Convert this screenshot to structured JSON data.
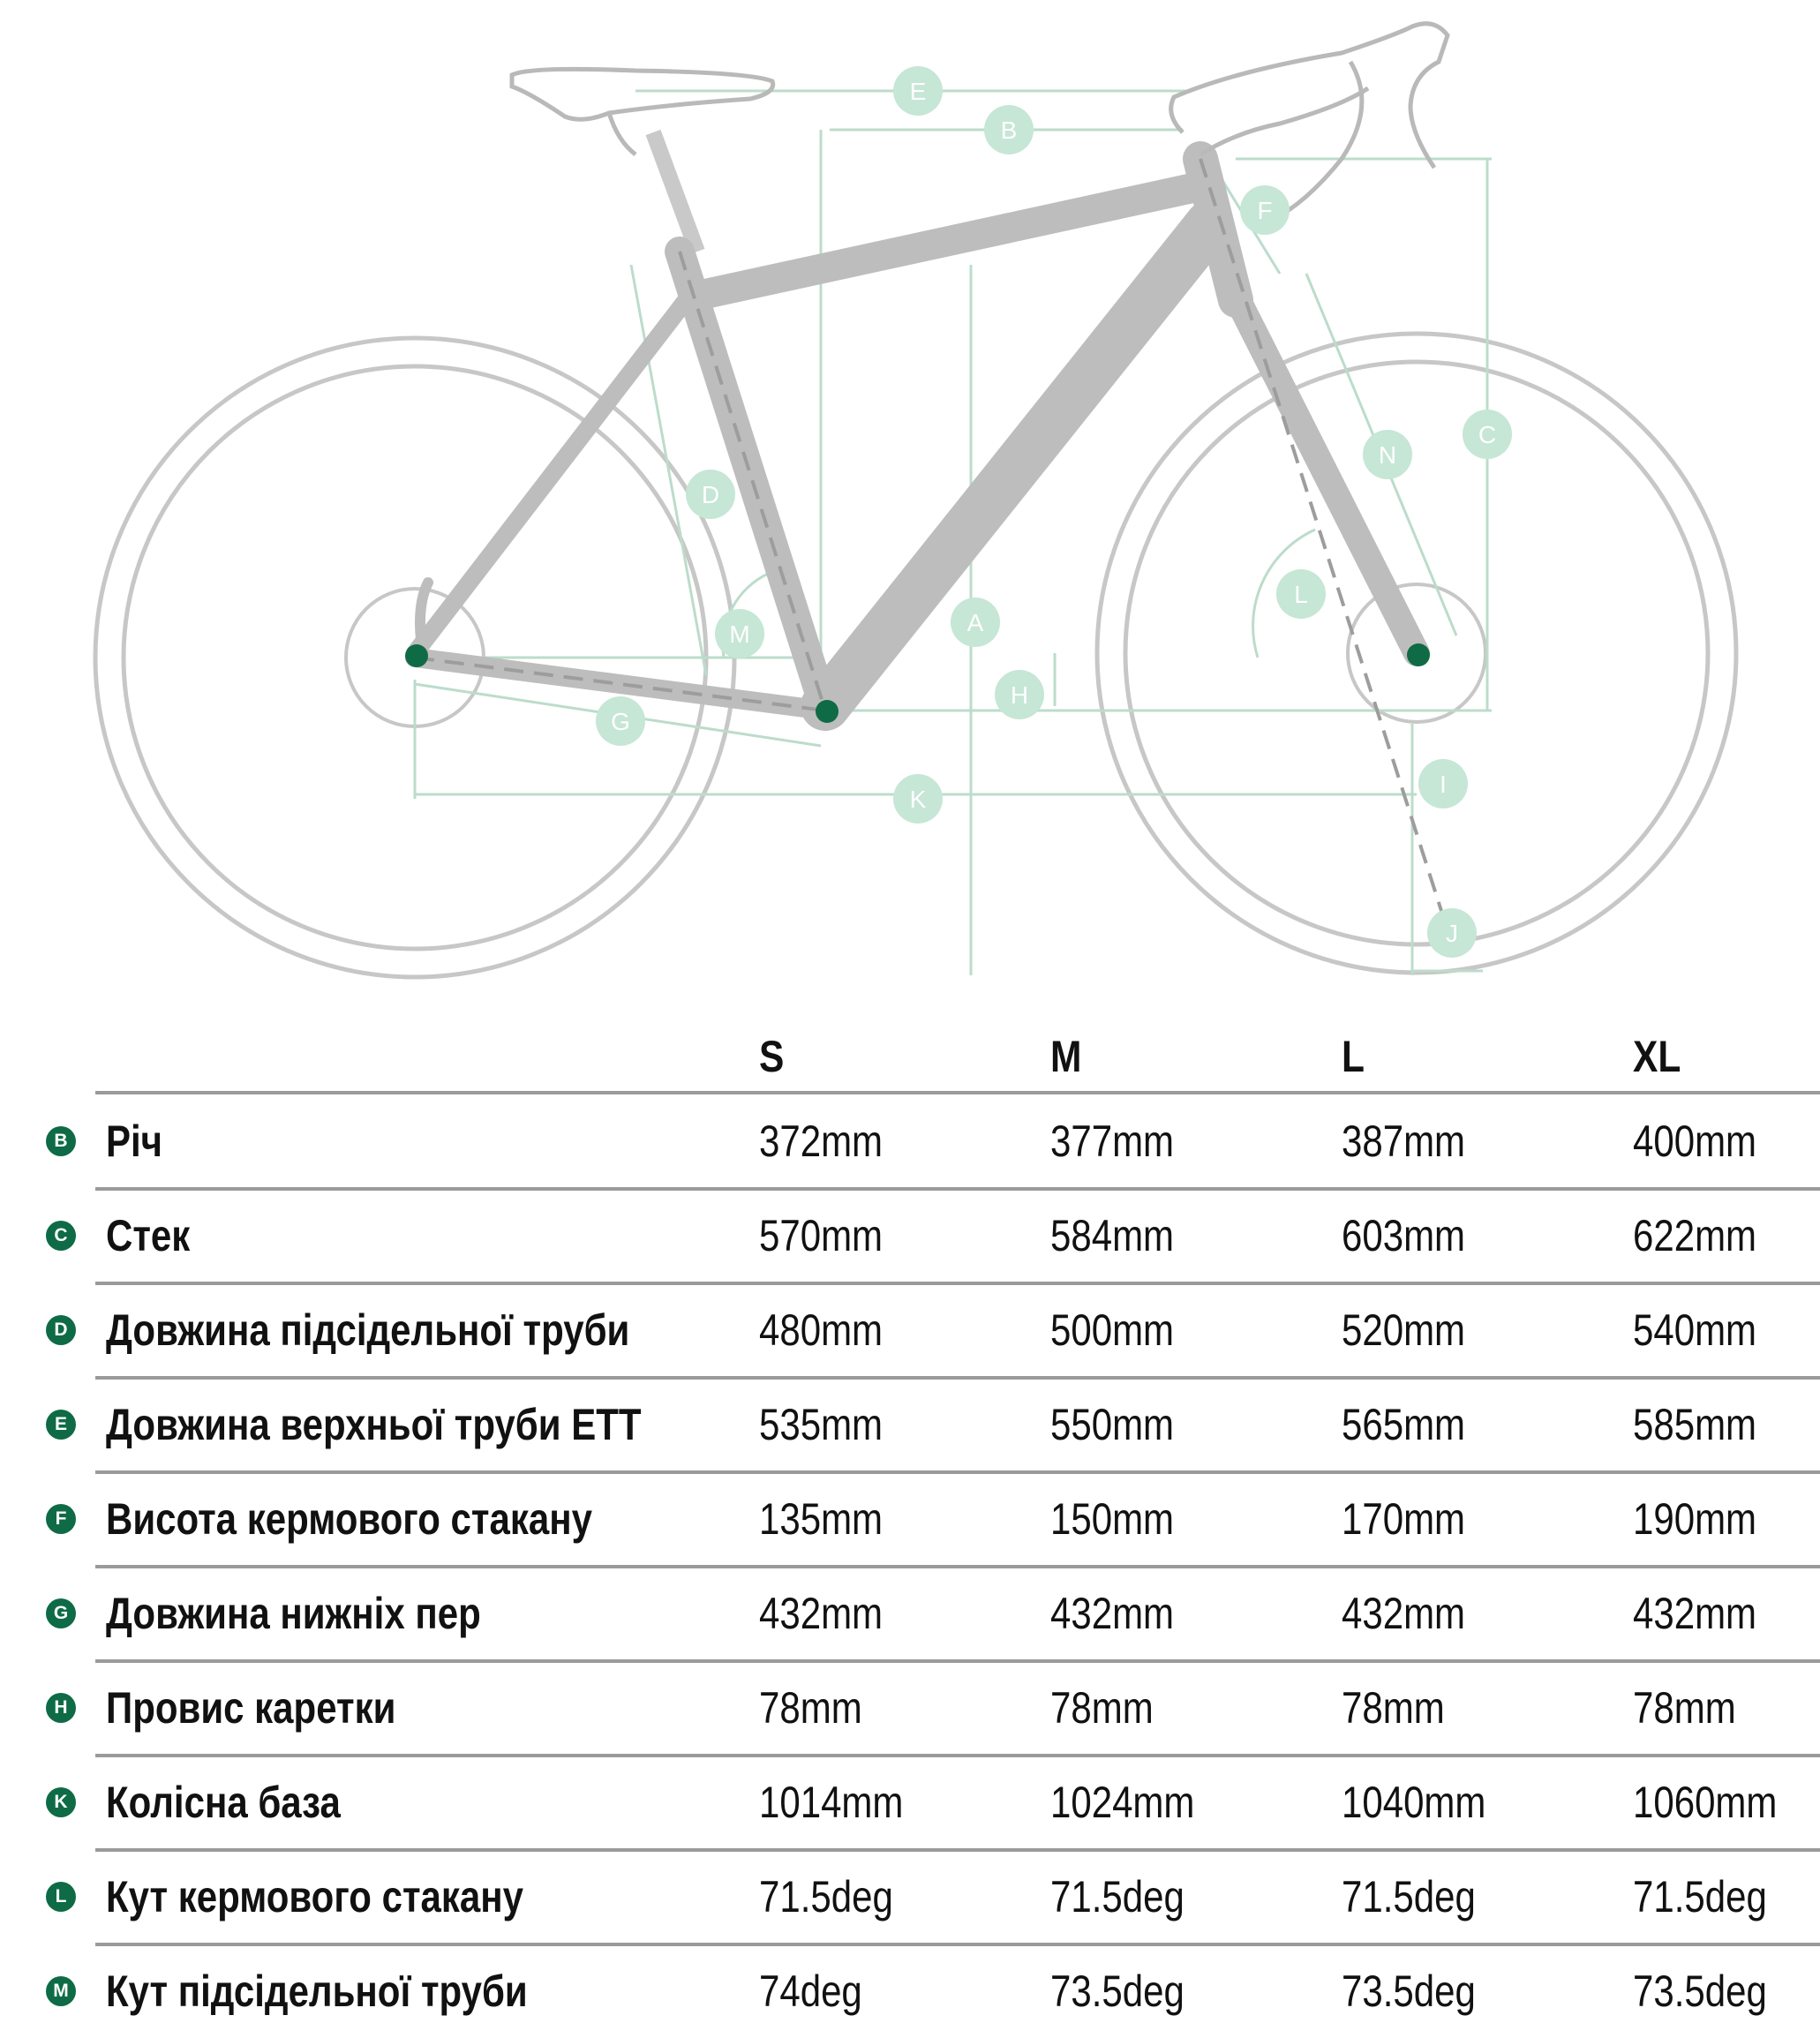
{
  "diagram": {
    "markers": [
      "E",
      "B",
      "F",
      "C",
      "N",
      "D",
      "M",
      "A",
      "L",
      "H",
      "G",
      "K",
      "I",
      "J"
    ],
    "colors": {
      "frame": "#b9b9b9",
      "wheel": "#c4c4c4",
      "dimension": "#bcdccb",
      "marker_fill": "#c6e6d6",
      "marker_text": "#ffffff",
      "pivot": "#0e6b46"
    }
  },
  "table": {
    "sizes": [
      "S",
      "M",
      "L",
      "XL"
    ],
    "rows": [
      {
        "badge": "B",
        "label": "Річ",
        "values": [
          "372mm",
          "377mm",
          "387mm",
          "400mm"
        ]
      },
      {
        "badge": "C",
        "label": "Стек",
        "values": [
          "570mm",
          "584mm",
          "603mm",
          "622mm"
        ]
      },
      {
        "badge": "D",
        "label": "Довжина підсідельної труби",
        "values": [
          "480mm",
          "500mm",
          "520mm",
          "540mm"
        ]
      },
      {
        "badge": "E",
        "label": "Довжина верхньої труби ETT",
        "values": [
          "535mm",
          "550mm",
          "565mm",
          "585mm"
        ]
      },
      {
        "badge": "F",
        "label": "Висота кермового стакану",
        "values": [
          "135mm",
          "150mm",
          "170mm",
          "190mm"
        ]
      },
      {
        "badge": "G",
        "label": "Довжина нижніх пер",
        "values": [
          "432mm",
          "432mm",
          "432mm",
          "432mm"
        ]
      },
      {
        "badge": "H",
        "label": "Провис каретки",
        "values": [
          "78mm",
          "78mm",
          "78mm",
          "78mm"
        ]
      },
      {
        "badge": "K",
        "label": "Колісна база",
        "values": [
          "1014mm",
          "1024mm",
          "1040mm",
          "1060mm"
        ]
      },
      {
        "badge": "L",
        "label": "Кут кермового стакану",
        "values": [
          "71.5deg",
          "71.5deg",
          "71.5deg",
          "71.5deg"
        ]
      },
      {
        "badge": "M",
        "label": "Кут підсідельної труби",
        "values": [
          "74deg",
          "73.5deg",
          "73.5deg",
          "73.5deg"
        ]
      }
    ]
  }
}
